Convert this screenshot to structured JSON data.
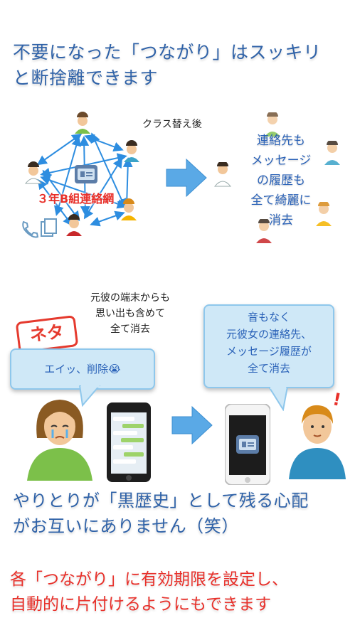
{
  "headline": {
    "line1": "不要になった「つながり」はスッキリ",
    "line2": "と断捨離できます"
  },
  "section1": {
    "after_class_change": "クラス替え後",
    "group_label": "３年B組連絡網",
    "deleted_lines": [
      "連絡先も",
      "メッセージ",
      "の履歴も",
      "全て綺麗に",
      "消去"
    ]
  },
  "section2": {
    "neta_badge": "ネタ",
    "caption_lines": [
      "元彼の端末からも",
      "思い出も含めて",
      "全て消去"
    ],
    "left_bubble": "エイッ、削除😭",
    "right_bubble_lines": [
      "音もなく",
      "元彼女の連絡先、",
      "メッセージ履歴が",
      "全て消去"
    ],
    "exclamation": "!"
  },
  "middle_text": {
    "line1": "やりとりが「黒歴史」として残る心配",
    "line2": "がお互いにありません（笑）"
  },
  "footer_text": {
    "line1": "各「つながり」に有効期限を設定し、",
    "line2": "自動的に片付けるようにもできます"
  },
  "colors": {
    "headline_blue": "#2f62a8",
    "accent_red": "#e8302a",
    "arrow_blue": "#5aa9e6",
    "bubble_fill": "#cfe8f7"
  },
  "icons": [
    "person-icon",
    "phone-icon",
    "contact-card-icon",
    "arrow-right-icon",
    "smartphone-icon"
  ]
}
